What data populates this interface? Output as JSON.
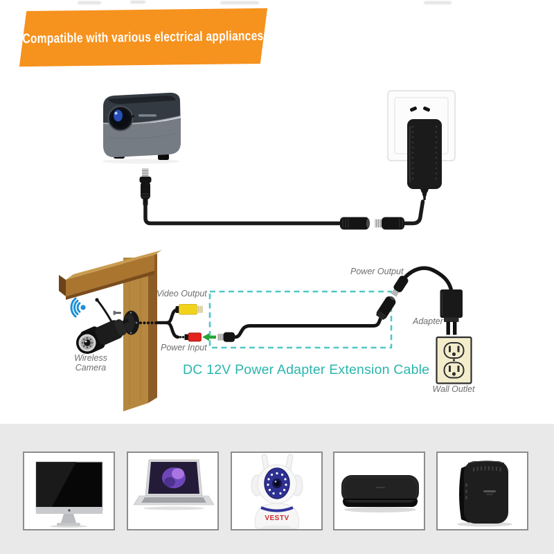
{
  "banner": {
    "text": "Compatible with various electrical appliances",
    "bg_color": "#F6921E",
    "text_color": "#FFFFFF"
  },
  "diagram": {
    "title": "DC 12V Power Adapter Extension Cable",
    "title_color": "#2AB5AC",
    "dashed_box_color": "#4FC7C5",
    "arrow_color": "#27A53B",
    "labels": {
      "video_output": "Video Output",
      "power_input": "Power Input",
      "power_output": "Power Output",
      "adapter": "Adapter",
      "wall_outlet": "Wall Outlet",
      "wireless_camera_line1": "Wireless",
      "wireless_camera_line2": "Camera"
    },
    "connector_colors": {
      "video_rca_yellow": "#F2D31C",
      "power_input_red": "#E3231D"
    }
  },
  "top_scene": {
    "items": [
      {
        "icon": "projector-icon"
      },
      {
        "icon": "wall-socket-with-adapter-icon"
      },
      {
        "icon": "dc-extension-cable-icon"
      }
    ]
  },
  "compatible_devices": {
    "camera_logo": "VESTV",
    "items": [
      {
        "icon": "imac-computer-icon"
      },
      {
        "icon": "laptop-icon"
      },
      {
        "icon": "wireless-ip-camera-icon"
      },
      {
        "icon": "tv-box-icon"
      },
      {
        "icon": "router-modem-icon"
      }
    ]
  }
}
